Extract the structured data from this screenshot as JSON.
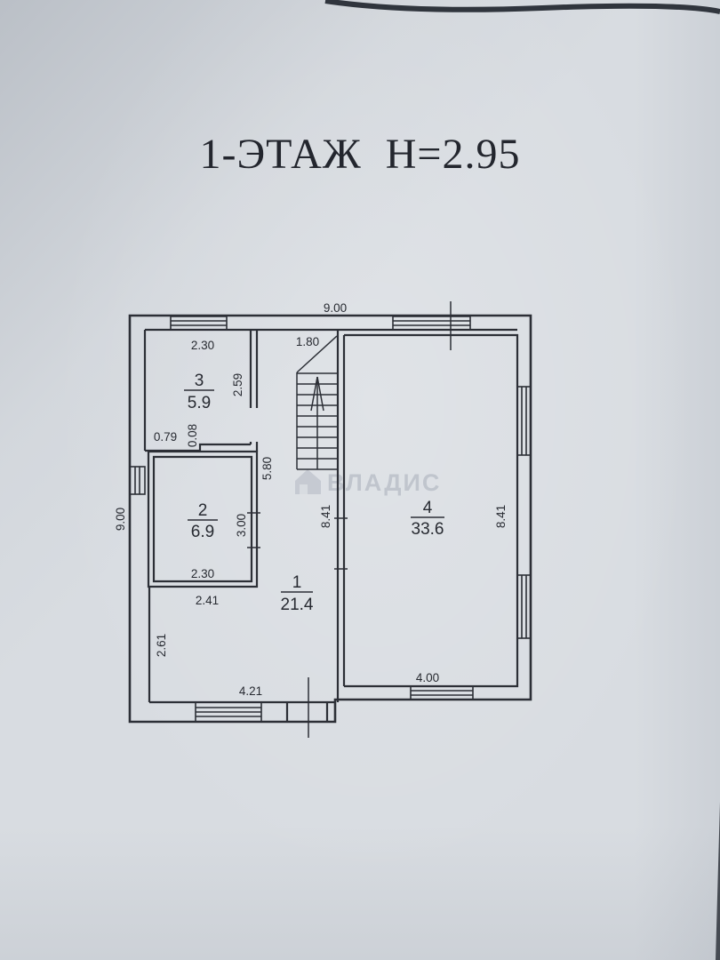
{
  "title": "1-ЭТАЖ Н=2.95",
  "watermark": {
    "text": "ВЛАДИС"
  },
  "colors": {
    "paper": "#d8dce1",
    "ink": "#2c2f36",
    "watermark": "#aeb4bf"
  },
  "plan": {
    "rooms": {
      "room1": {
        "number": "1",
        "area": "21.4"
      },
      "room2": {
        "number": "2",
        "area": "6.9"
      },
      "room3": {
        "number": "3",
        "area": "5.9"
      },
      "room4": {
        "number": "4",
        "area": "33.6"
      }
    },
    "dimensions": {
      "building_width_top": "9.00",
      "building_height_left": "9.00",
      "room3_width": "2.30",
      "stair_width": "1.80",
      "room3_depth": "2.59",
      "room3_niche_width": "0.79",
      "room3_niche_depth": "0.08",
      "corridor_depth": "5.80",
      "room2_depth": "3.00",
      "room2_width": "2.30",
      "hall_top_width": "2.41",
      "hall_left_height": "2.61",
      "hall_bottom_width": "4.21",
      "corridor_wall_height": "8.41",
      "room4_height_right": "8.41",
      "room4_window_width": "4.00"
    }
  }
}
